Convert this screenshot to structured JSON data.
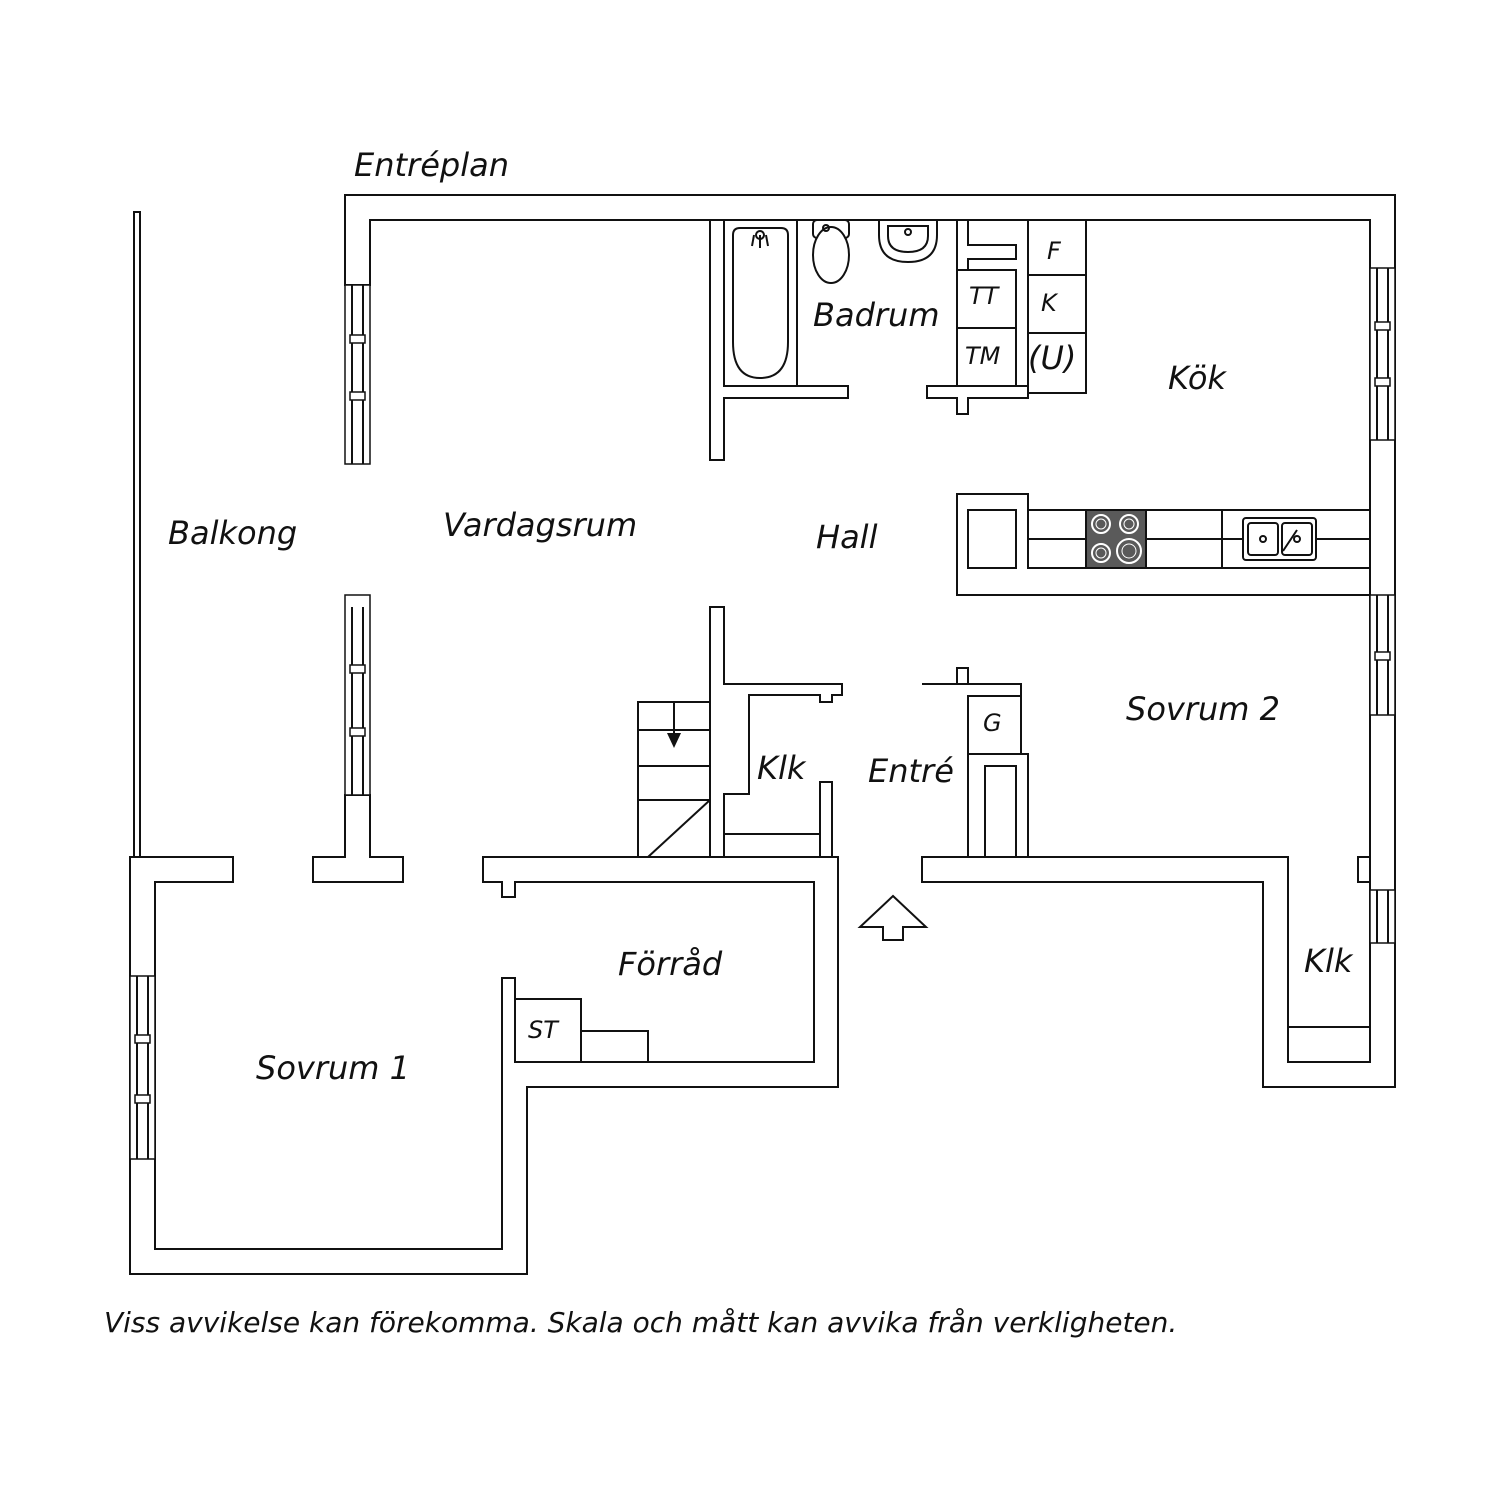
{
  "plan": {
    "title": "Entréplan",
    "disclaimer": "Viss avvikelse kan förekomma. Skala och mått kan avvika från verkligheten."
  },
  "rooms": {
    "balkong": "Balkong",
    "vardagsrum": "Vardagsrum",
    "hall": "Hall",
    "badrum": "Badrum",
    "kok": "Kök",
    "sovrum1": "Sovrum 1",
    "sovrum2": "Sovrum 2",
    "forrad": "Förråd",
    "klk1": "Klk",
    "klk2": "Klk",
    "entre": "Entré"
  },
  "fixtures": {
    "tt": "TT",
    "tm": "TM",
    "f": "F",
    "k": "K",
    "u": "(U)",
    "g": "G",
    "st": "ST"
  },
  "colors": {
    "line": "#111111",
    "background": "#ffffff",
    "stove": "#5a5a5a"
  }
}
